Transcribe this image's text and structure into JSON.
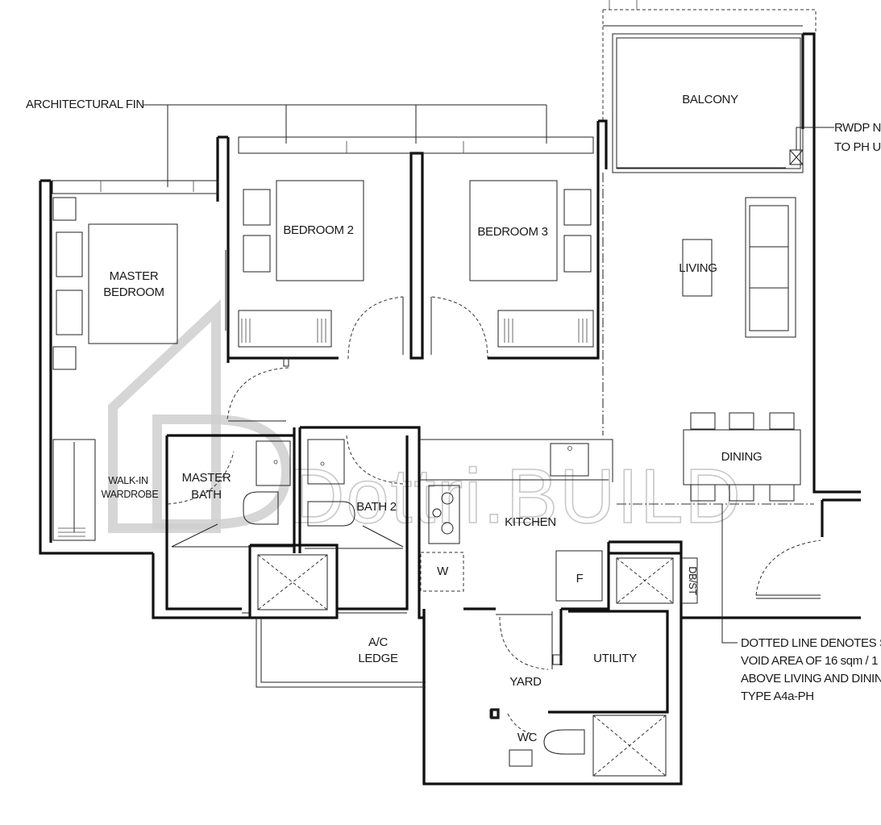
{
  "rooms": {
    "balcony": "BALCONY",
    "bedroom2": "BEDROOM 2",
    "bedroom3": "BEDROOM 3",
    "master_bedroom_1": "MASTER",
    "master_bedroom_2": "BEDROOM",
    "living": "LIVING",
    "dining": "DINING",
    "walkin_1": "WALK-IN",
    "walkin_2": "WARDROBE",
    "master_bath_1": "MASTER",
    "master_bath_2": "BATH",
    "bath2": "BATH 2",
    "kitchen": "KITCHEN",
    "washer": "W",
    "fridge": "F",
    "dbst": "DB/ST",
    "ac_ledge_1": "A/C",
    "ac_ledge_2": "LEDGE",
    "utility": "UTILITY",
    "yard": "YARD",
    "wc": "WC"
  },
  "callouts": {
    "architectural_fin": "ARCHITECTURAL FIN",
    "rwdp_1": "RWDP NO",
    "rwdp_2": "TO PH UN",
    "dotted_1": "DOTTED LINE DENOTES ST",
    "dotted_2": "VOID AREA OF 16 sqm / 1",
    "dotted_3": "ABOVE LIVING AND DINING",
    "dotted_4": "TYPE A4a-PH"
  },
  "watermark": {
    "text": "Dottri.BUILD"
  }
}
